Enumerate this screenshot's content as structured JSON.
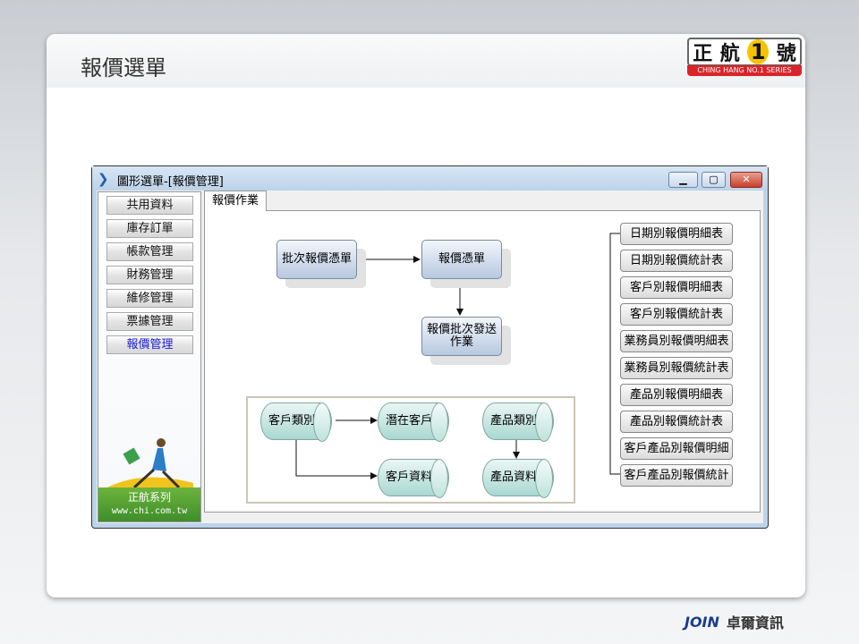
{
  "slide": {
    "title": "報價選單",
    "logo": {
      "main_left": "正",
      "main_mid": "航",
      "number": "1",
      "main_right": "號",
      "subtitle": "CHING HANG NO.1 SERIES"
    },
    "footer_logo": {
      "brand": "JOIN",
      "name": "卓爾資訊"
    }
  },
  "window": {
    "title": "圖形選單-[報價管理]",
    "controls": {
      "minimize": "▁",
      "maximize": "▢",
      "close": "✕"
    }
  },
  "sidebar": {
    "items": [
      {
        "label": "共用資料"
      },
      {
        "label": "庫存訂單"
      },
      {
        "label": "帳款管理"
      },
      {
        "label": "財務管理"
      },
      {
        "label": "維修管理"
      },
      {
        "label": "票據管理"
      },
      {
        "label": "報價管理",
        "active": true
      }
    ],
    "brand": "正航系列",
    "url": "www.chi.com.tw"
  },
  "tab": {
    "label": "報價作業"
  },
  "flow": {
    "batch_quote": "批次報價憑單",
    "quote": "報價憑單",
    "batch_send": "報價批次發送作業"
  },
  "data_group": {
    "customer_category": "客戶類別",
    "prospect": "潛在客戶",
    "customer_data": "客戶資料",
    "product_category": "產品類別",
    "product_data": "產品資料"
  },
  "reports": [
    "日期別報價明細表",
    "日期別報價統計表",
    "客戶別報價明細表",
    "客戶別報價統計表",
    "業務員別報價明細表",
    "業務員別報價統計表",
    "產品別報價明細表",
    "產品別報價統計表",
    "客戶產品別報價明細",
    "客戶產品別報價統計"
  ]
}
